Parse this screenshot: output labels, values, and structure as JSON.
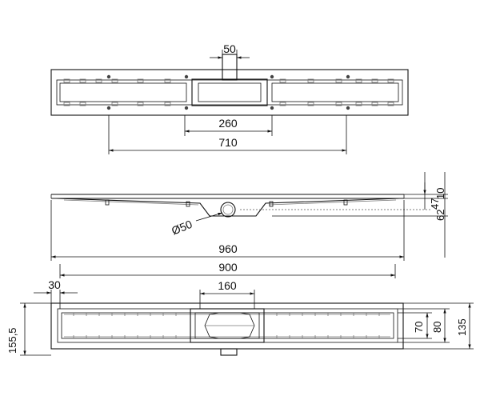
{
  "drawing": {
    "top_view": {
      "dim_outlet_width": "50",
      "dim_center_section": "260",
      "dim_slot_span": "710"
    },
    "side_view": {
      "dim_outlet_diameter": "Ø50",
      "dim_overall_length": "960",
      "dim_inner_length": "900",
      "dim_height_47": "47",
      "dim_height_62": "62",
      "dim_height_10": "10"
    },
    "bottom_view": {
      "dim_end_offset": "30",
      "dim_center_width": "160",
      "dim_total_width": "155,5",
      "dim_width_70": "70",
      "dim_width_80": "80",
      "dim_width_135": "135"
    }
  }
}
